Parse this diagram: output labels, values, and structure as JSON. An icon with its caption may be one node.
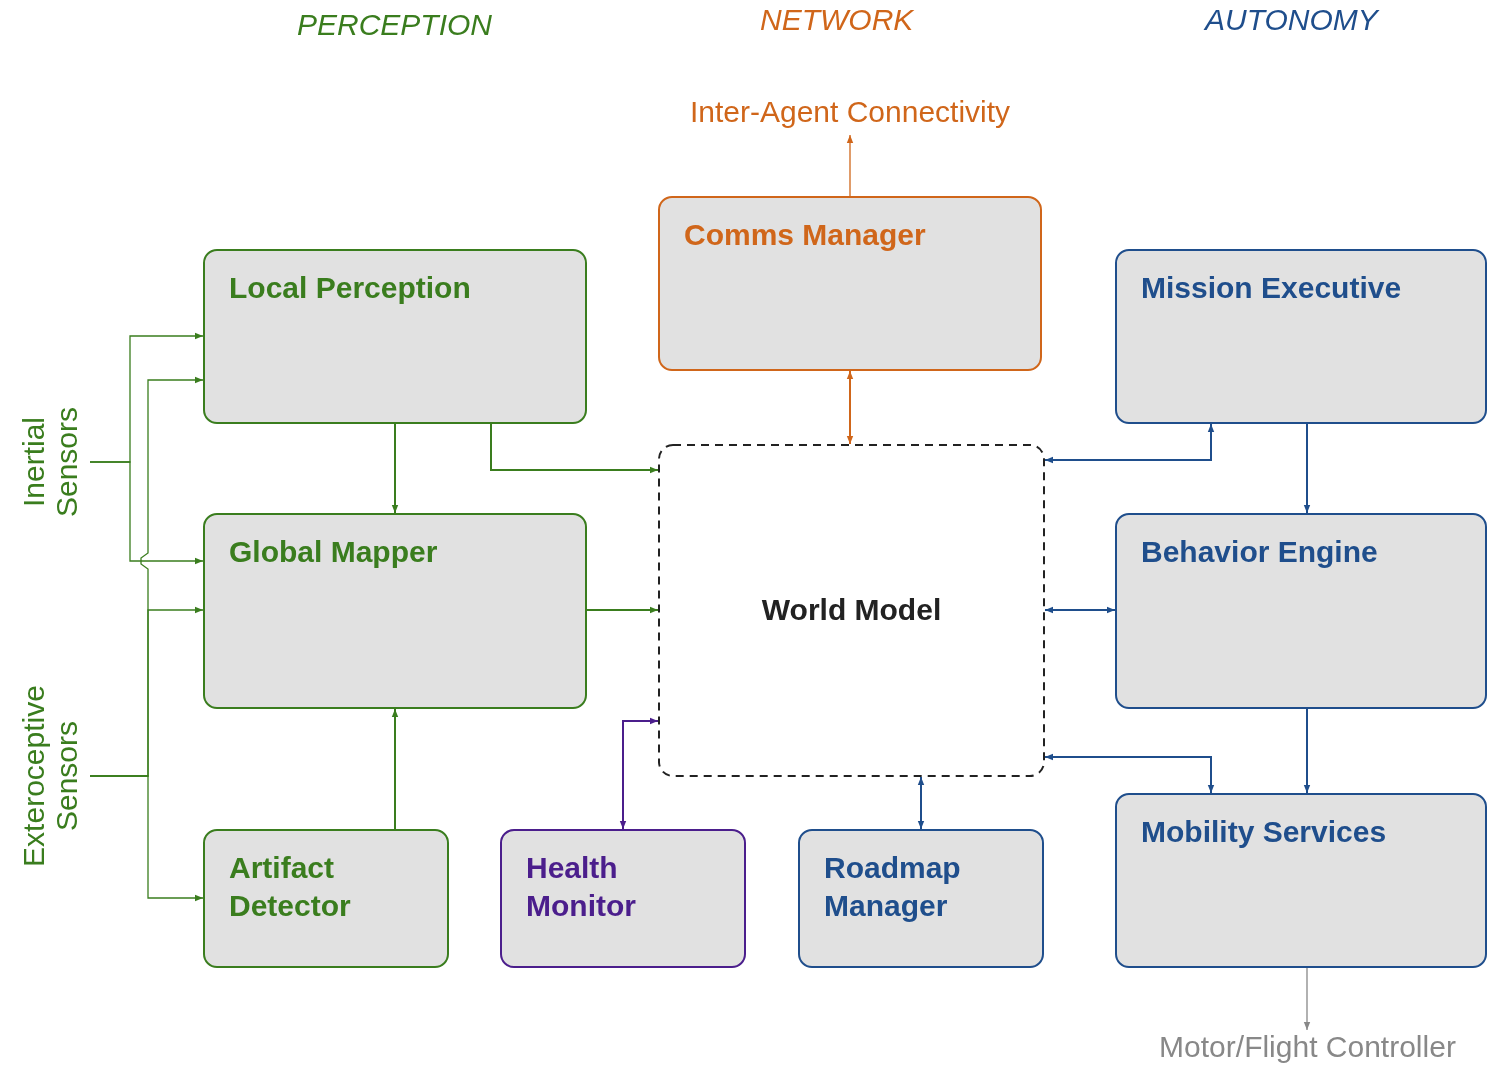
{
  "diagram": {
    "nodes": [
      {
        "text": [
          "Inter-Agent Connectivity"
        ]
      },
      {
        "text": [
          "Comms Manager"
        ]
      },
      {
        "text": [
          "Local Perception"
        ]
      },
      {
        "text": [
          "Mission Executive"
        ]
      },
      {
        "text": [
          "Inertial Sensors"
        ]
      },
      {
        "text": [
          "Global Mapper"
        ]
      },
      {
        "text": [
          "World Model"
        ]
      },
      {
        "text": [
          "Behavior Engine"
        ]
      },
      {
        "text": [
          "Exteroceptive Sensors"
        ]
      },
      {
        "text": [
          "Artifact Detector"
        ]
      },
      {
        "text": [
          "Health Monitor"
        ]
      },
      {
        "text": [
          "Roadmap Manager"
        ]
      },
      {
        "text": [
          "Mobility Services"
        ]
      },
      {
        "text": [
          "Motor/Flight Controller"
        ]
      }
    ],
    "edges": [
      {
        "from": 1,
        "to": 0,
        "arrow": "to",
        "color": "#d0661a"
      },
      {
        "from": 1,
        "to": 6,
        "arrow": "both",
        "color": "#d0661a"
      },
      {
        "from": 4,
        "to": 2,
        "arrow": "to",
        "color": "#3a7d1e"
      },
      {
        "from": 4,
        "to": 5,
        "arrow": "to",
        "color": "#3a7d1e"
      },
      {
        "from": 8,
        "to": 2,
        "arrow": "to",
        "color": "#3a7d1e"
      },
      {
        "from": 8,
        "to": 5,
        "arrow": "to",
        "color": "#3a7d1e"
      },
      {
        "from": 8,
        "to": 9,
        "arrow": "to",
        "color": "#3a7d1e"
      },
      {
        "from": 2,
        "to": 5,
        "arrow": "to",
        "color": "#3a7d1e"
      },
      {
        "from": 2,
        "to": 6,
        "arrow": "to",
        "color": "#3a7d1e"
      },
      {
        "from": 5,
        "to": 6,
        "arrow": "to",
        "color": "#3a7d1e"
      },
      {
        "from": 9,
        "to": 5,
        "arrow": "to",
        "color": "#3a7d1e"
      },
      {
        "from": 10,
        "to": 6,
        "arrow": "both",
        "color": "#4b1e8c"
      },
      {
        "from": 11,
        "to": 6,
        "arrow": "both",
        "color": "#1f4e8c"
      },
      {
        "from": 3,
        "to": 6,
        "arrow": "both",
        "color": "#1f4e8c"
      },
      {
        "from": 3,
        "to": 7,
        "arrow": "to",
        "color": "#1f4e8c"
      },
      {
        "from": 7,
        "to": 6,
        "arrow": "both",
        "color": "#1f4e8c"
      },
      {
        "from": 6,
        "to": 12,
        "arrow": "both",
        "color": "#1f4e8c"
      },
      {
        "from": 7,
        "to": 12,
        "arrow": "to",
        "color": "#1f4e8c"
      },
      {
        "from": 12,
        "to": 13,
        "arrow": "to",
        "color": "#888888"
      }
    ],
    "labels": [
      "PERCEPTION",
      "NETWORK",
      "AUTONOMY"
    ]
  }
}
